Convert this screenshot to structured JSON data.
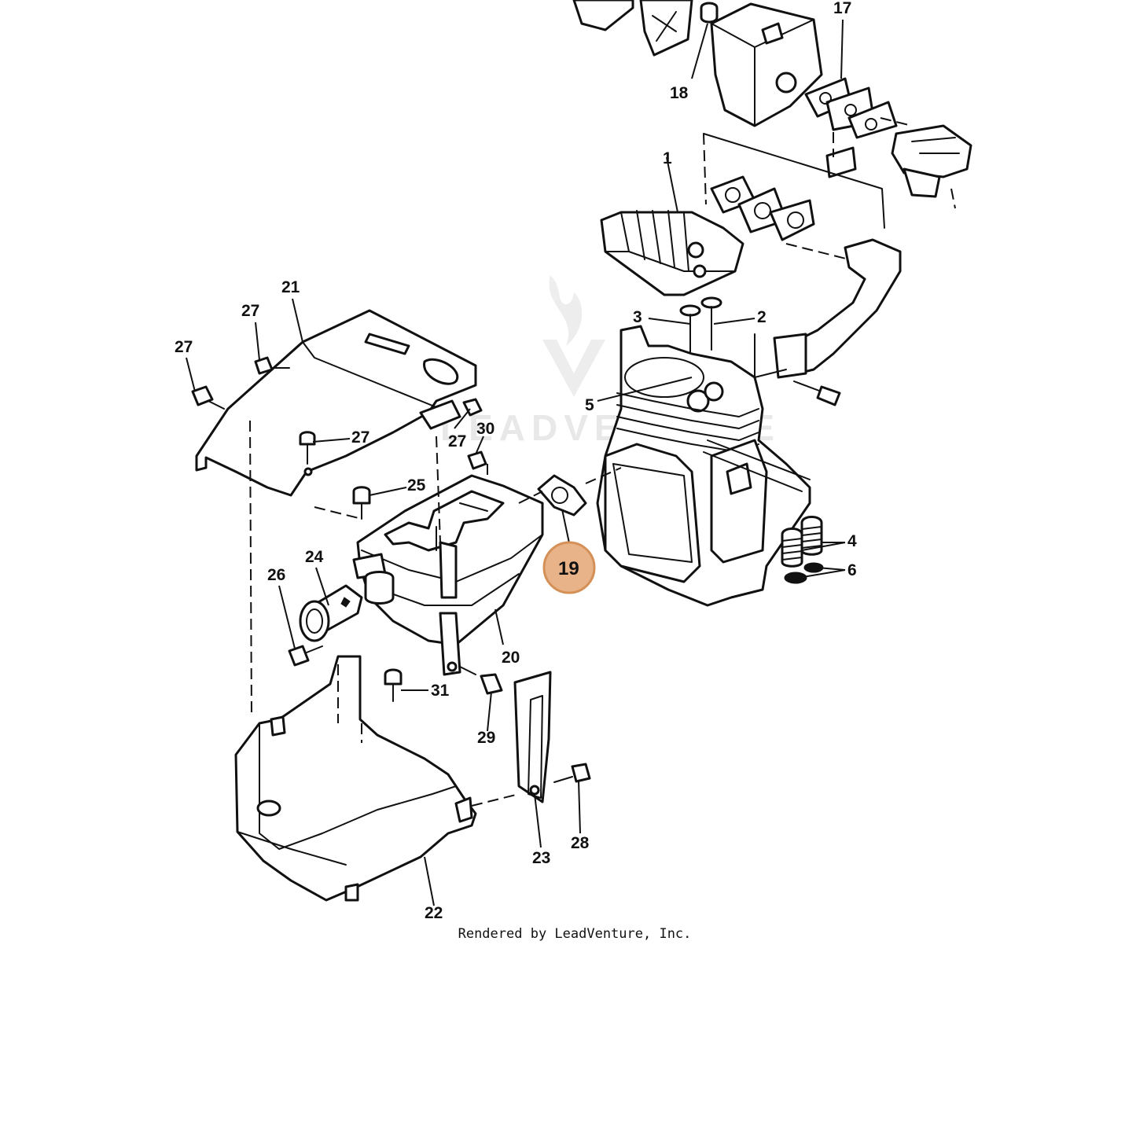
{
  "diagram": {
    "callouts": {
      "c1": "1",
      "c2": "2",
      "c3": "3",
      "c4": "4",
      "c5": "5",
      "c6": "6",
      "c17": "17",
      "c18": "18",
      "c19": "19",
      "c20": "20",
      "c21": "21",
      "c22": "22",
      "c23": "23",
      "c24": "24",
      "c25": "25",
      "c26": "26",
      "c27a": "27",
      "c27b": "27",
      "c27c": "27",
      "c27d": "27",
      "c28": "28",
      "c29": "29",
      "c30": "30",
      "c31": "31"
    },
    "highlighted_callout": "19",
    "highlight_color": "#e8b389",
    "watermark_text": "LEADVENTURE"
  },
  "footer": {
    "credit": "Rendered by LeadVenture, Inc."
  }
}
